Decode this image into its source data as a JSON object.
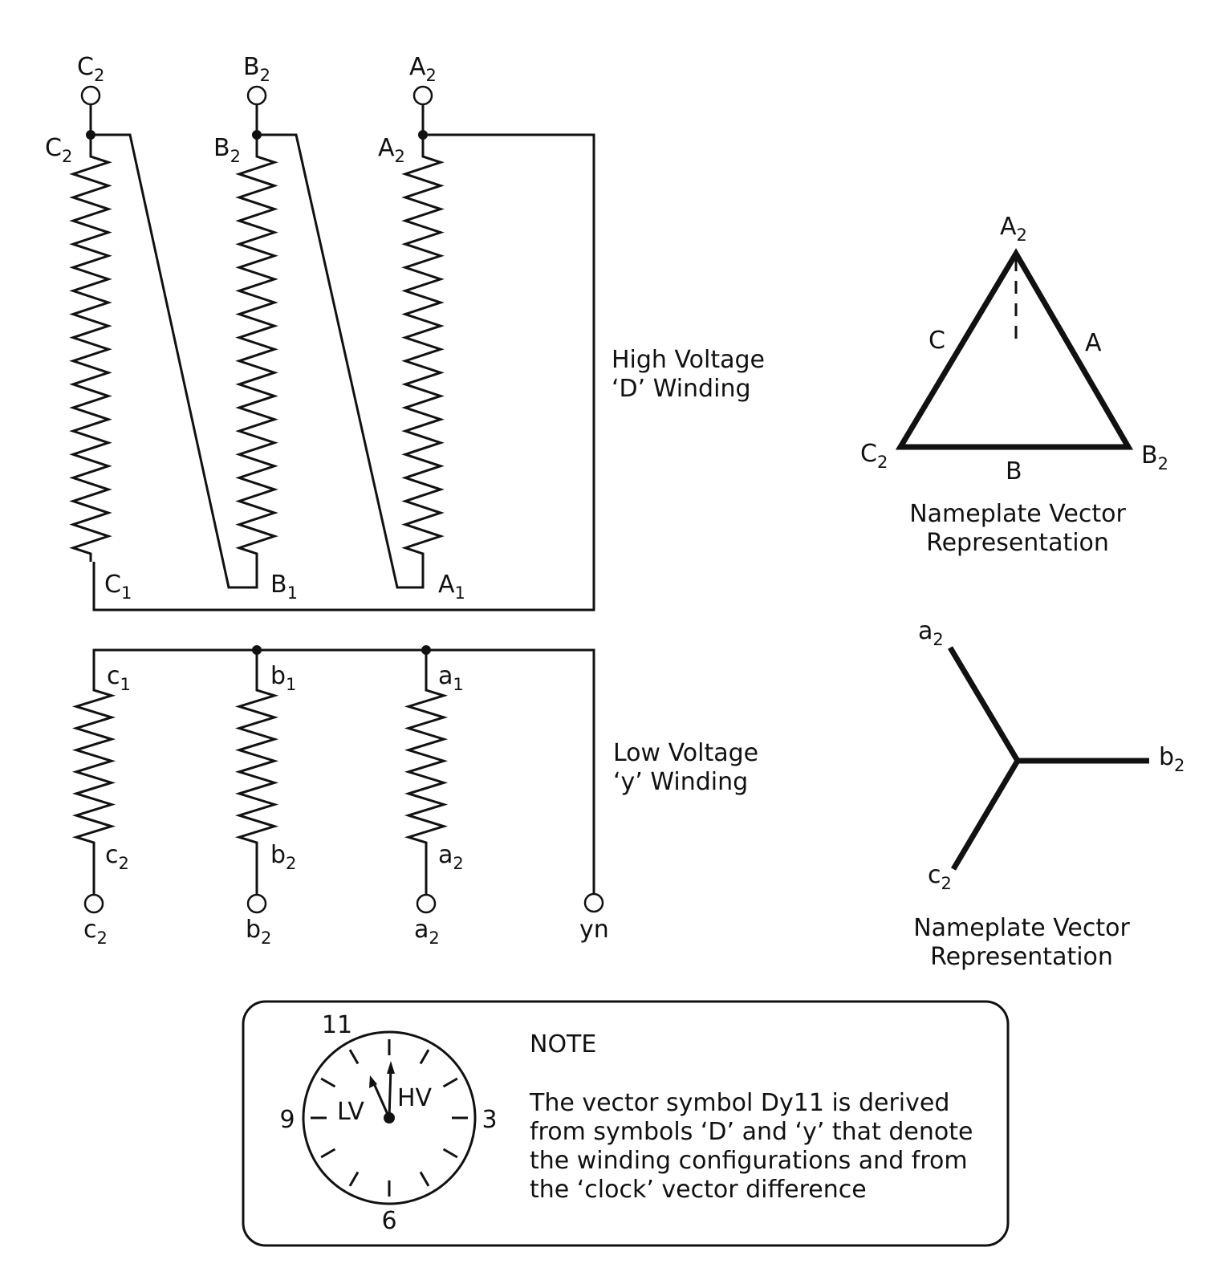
{
  "hv": {
    "terminal_top_labels": [
      {
        "main": "C",
        "sub": "2"
      },
      {
        "main": "B",
        "sub": "2"
      },
      {
        "main": "A",
        "sub": "2"
      }
    ],
    "coil_top_labels": [
      {
        "main": "C",
        "sub": "2"
      },
      {
        "main": "B",
        "sub": "2"
      },
      {
        "main": "A",
        "sub": "2"
      }
    ],
    "coil_bottom_labels": [
      {
        "main": "C",
        "sub": "1"
      },
      {
        "main": "B",
        "sub": "1"
      },
      {
        "main": "A",
        "sub": "1"
      }
    ],
    "caption_line1": "High Voltage",
    "caption_line2": "‘D’ Winding"
  },
  "lv": {
    "coil_top_labels": [
      {
        "main": "c",
        "sub": "1"
      },
      {
        "main": "b",
        "sub": "1"
      },
      {
        "main": "a",
        "sub": "1"
      }
    ],
    "coil_bottom_labels": [
      {
        "main": "c",
        "sub": "2"
      },
      {
        "main": "b",
        "sub": "2"
      },
      {
        "main": "a",
        "sub": "2"
      }
    ],
    "terminal_labels": [
      {
        "main": "c",
        "sub": "2"
      },
      {
        "main": "b",
        "sub": "2"
      },
      {
        "main": "a",
        "sub": "2"
      }
    ],
    "neutral_label": "yn",
    "caption_line1": "Low Voltage",
    "caption_line2": "‘y’ Winding"
  },
  "delta_vector": {
    "apex": {
      "main": "A",
      "sub": "2"
    },
    "left": {
      "main": "C",
      "sub": "2"
    },
    "right": {
      "main": "B",
      "sub": "2"
    },
    "side_left": "C",
    "side_right": "A",
    "side_bottom": "B",
    "caption_line1": "Nameplate Vector",
    "caption_line2": "Representation"
  },
  "star_vector": {
    "upper": {
      "main": "a",
      "sub": "2"
    },
    "right": {
      "main": "b",
      "sub": "2"
    },
    "lower": {
      "main": "c",
      "sub": "2"
    },
    "caption_line1": "Nameplate Vector",
    "caption_line2": "Representation"
  },
  "note": {
    "title": "NOTE",
    "lines": [
      "The vector symbol Dy11 is derived",
      "from symbols ‘D’ and ‘y’ that denote",
      "the winding configurations and from",
      "the ‘clock’ vector difference"
    ],
    "clock": {
      "num_11": "11",
      "num_9": "9",
      "num_3": "3",
      "num_6": "6",
      "lv_label": "LV",
      "hv_label": "HV"
    }
  }
}
